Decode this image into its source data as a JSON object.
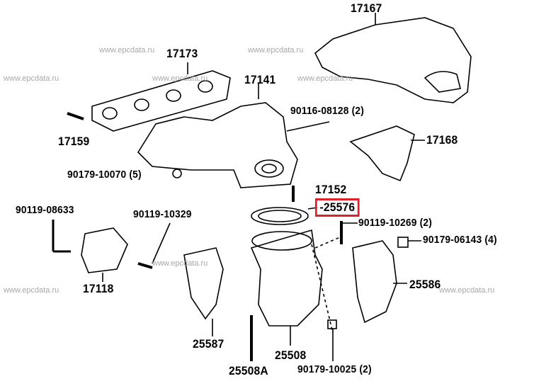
{
  "watermark": "www.epcdata.ru",
  "highlight_color": "#e0202a",
  "parts": {
    "p17167": "17167",
    "p17173": "17173",
    "p17141": "17141",
    "p90116_08128": "90116-08128 (2)",
    "p17159": "17159",
    "p17168": "17168",
    "p90179_10070": "90179-10070 (5)",
    "p17152": "17152",
    "p25576": "-25576",
    "p90119_08633": "90119-08633",
    "p90119_10329": "90119-10329",
    "p90119_10269": "90119-10269 (2)",
    "p90179_06143": "90179-06143 (4)",
    "p17118": "17118",
    "p25586": "25586",
    "p25587": "25587",
    "p25508": "25508",
    "p25508A": "25508A",
    "p90179_10025": "90179-10025 (2)"
  }
}
